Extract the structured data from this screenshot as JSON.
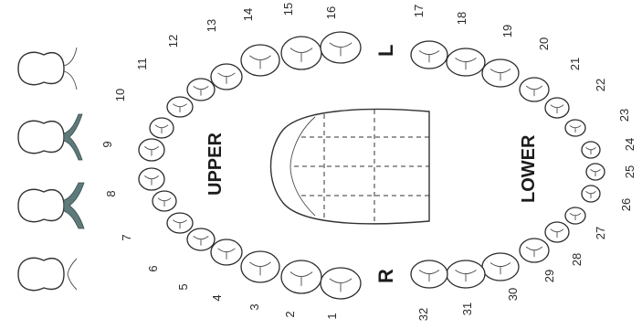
{
  "chart_data": {
    "type": "diagram",
    "labels": {
      "upper": "UPPER",
      "lower": "LOWER",
      "left": "L",
      "right": "R"
    },
    "upper_teeth": [
      "1",
      "2",
      "3",
      "4",
      "5",
      "6",
      "7",
      "8",
      "9",
      "10",
      "11",
      "12",
      "13",
      "14",
      "15",
      "16"
    ],
    "lower_teeth": [
      "17",
      "18",
      "19",
      "20",
      "21",
      "22",
      "23",
      "24",
      "25",
      "26",
      "27",
      "28",
      "29",
      "30",
      "31",
      "32"
    ]
  }
}
